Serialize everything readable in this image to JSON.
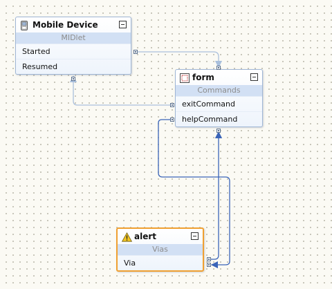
{
  "nodes": {
    "mobile_device": {
      "title": "Mobile Device",
      "icon": "mobile-device-icon",
      "section": "MIDlet",
      "rows": [
        "Started",
        "Resumed"
      ]
    },
    "form": {
      "title": "form",
      "icon": "form-icon",
      "section": "Commands",
      "rows": [
        "exitCommand",
        "helpCommand"
      ]
    },
    "alert": {
      "title": "alert",
      "icon": "warning-icon",
      "section": "Vias",
      "rows": [
        "Via"
      ]
    }
  },
  "colors": {
    "wire": "#a9bfdc",
    "wire_active": "#3a64b8",
    "selection": "#f0a030",
    "section_bg": "#d2e0f4"
  }
}
